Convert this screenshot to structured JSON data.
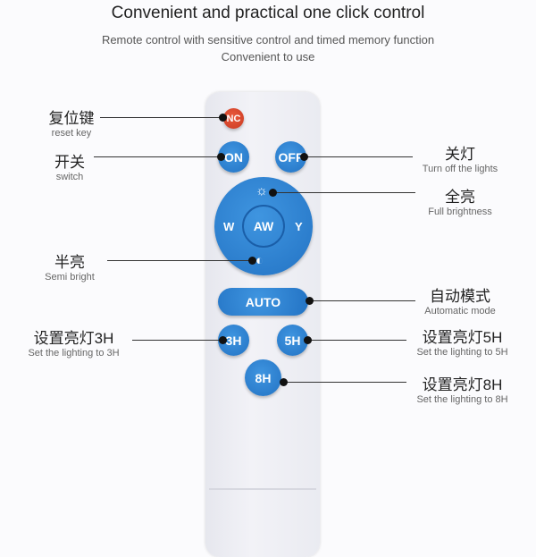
{
  "header": {
    "title": "Convenient and practical one click control",
    "subtitle_line1": "Remote control with sensitive control and timed memory function",
    "subtitle_line2": "Convenient to use"
  },
  "buttons": {
    "nc": "NC",
    "on": "ON",
    "off": "OFF",
    "w": "W",
    "aw": "AW",
    "y": "Y",
    "auto": "AUTO",
    "h3": "3H",
    "h5": "5H",
    "h8": "8H"
  },
  "labels": {
    "reset": {
      "cn": "复位键",
      "en": "reset key"
    },
    "switch": {
      "cn": "开关",
      "en": "switch"
    },
    "semi": {
      "cn": "半亮",
      "en": "Semi bright"
    },
    "set3": {
      "cn": "设置亮灯3H",
      "en": "Set the lighting to 3H"
    },
    "off": {
      "cn": "关灯",
      "en": "Turn off the lights"
    },
    "full": {
      "cn": "全亮",
      "en": "Full brightness"
    },
    "auto": {
      "cn": "自动模式",
      "en": "Automatic mode"
    },
    "set5": {
      "cn": "设置亮灯5H",
      "en": "Set the lighting to 5H"
    },
    "set8": {
      "cn": "设置亮灯8H",
      "en": "Set the lighting to 8H"
    }
  },
  "colors": {
    "button_blue": "#2a7fcf",
    "reset_red": "#d9472f"
  }
}
